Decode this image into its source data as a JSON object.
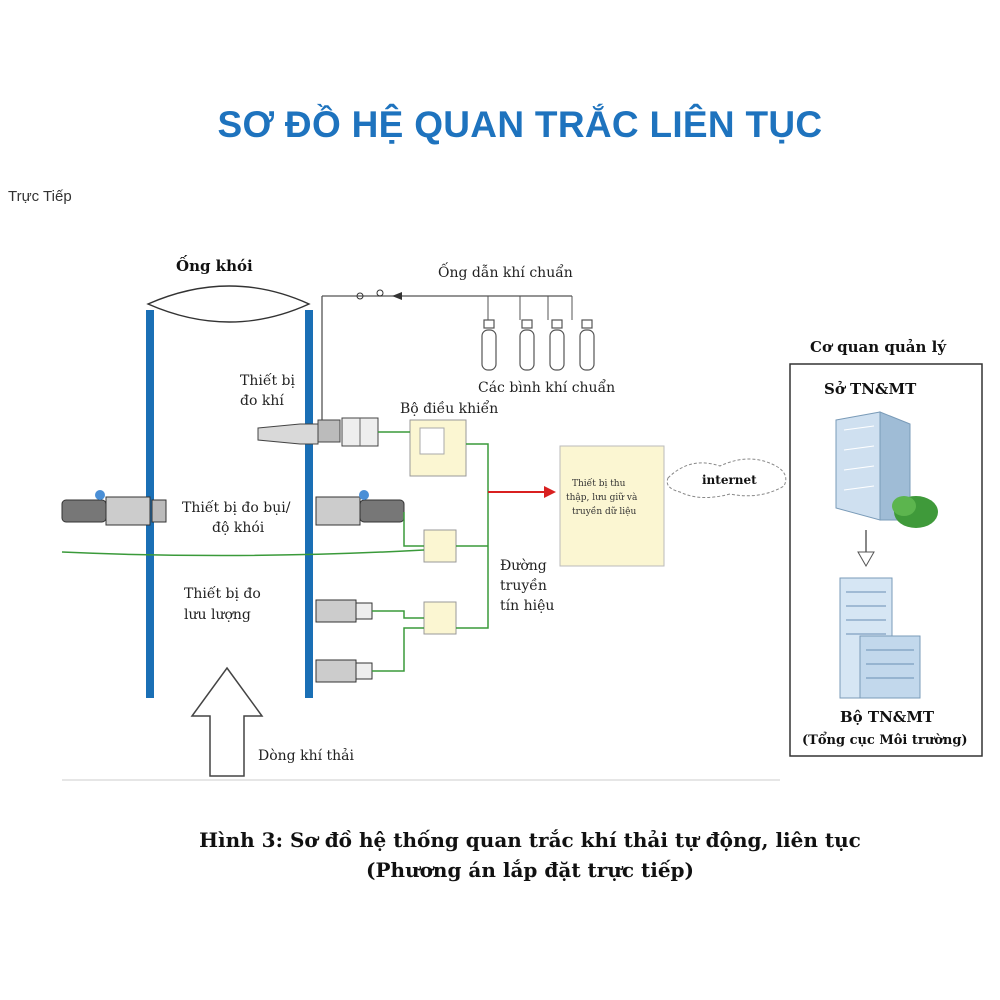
{
  "header": {
    "title": "SƠ ĐỒ HỆ QUAN TRẮC LIÊN TỤC",
    "subtitle": "Trực Tiếp"
  },
  "diagram": {
    "chimney_label": "Ống khói",
    "gas_pipe_label": "Ống dẫn khí chuẩn",
    "cylinders_label": "Các bình khí chuẩn",
    "gas_device_label_1": "Thiết bị",
    "gas_device_label_2": "đo khí",
    "controller_label": "Bộ điều khiển",
    "dust_device_label_1": "Thiết bị đo bụi/",
    "dust_device_label_2": "độ khói",
    "flow_device_label_1": "Thiết bị đo",
    "flow_device_label_2": "lưu lượng",
    "signal_label_1": "Đường",
    "signal_label_2": "truyền",
    "signal_label_3": "tín hiệu",
    "datalogger_label_1": "Thiết bị thu",
    "datalogger_label_2": "thập, lưu giữ và",
    "datalogger_label_3": "truyền dữ liệu",
    "internet_label": "internet",
    "exhaust_label": "Dòng khí thải",
    "authority_title": "Cơ quan quản lý",
    "dept_label": "Sở TN&MT",
    "ministry_label": "Bộ TN&MT",
    "ministry_sub_label": "(Tổng cục Môi trường)"
  },
  "caption": {
    "line1": "Hình 3: Sơ đồ hệ thống quan trắc khí thải tự động, liên tục",
    "line2": "(Phương án lắp đặt trực tiếp)"
  },
  "colors": {
    "title": "#1e73be",
    "chimney_wall": "#1a6fb5",
    "signal_line": "#3a9a3a",
    "arrow_red": "#d92020",
    "panel_fill": "#fbf6d2"
  }
}
